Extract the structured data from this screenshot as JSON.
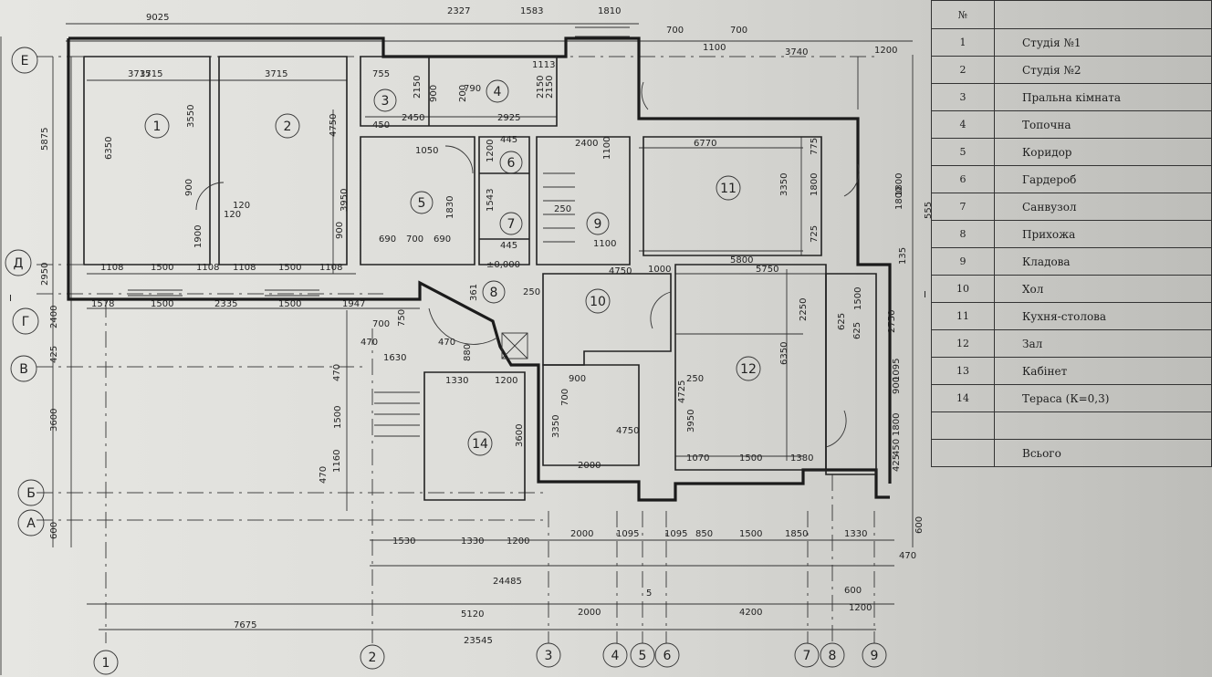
{
  "legend": {
    "header_no": "№",
    "rows": [
      {
        "num": "1",
        "name": "Студія №1"
      },
      {
        "num": "2",
        "name": "Студія №2"
      },
      {
        "num": "3",
        "name": "Пральна кімната"
      },
      {
        "num": "4",
        "name": "Топочна"
      },
      {
        "num": "5",
        "name": "Коридор"
      },
      {
        "num": "6",
        "name": "Гардероб"
      },
      {
        "num": "7",
        "name": "Санвузол"
      },
      {
        "num": "8",
        "name": "Прихожа"
      },
      {
        "num": "9",
        "name": "Кладова"
      },
      {
        "num": "10",
        "name": "Хол"
      },
      {
        "num": "11",
        "name": "Кухня-столова"
      },
      {
        "num": "12",
        "name": "Зал"
      },
      {
        "num": "13",
        "name": "Кабінет"
      },
      {
        "num": "14",
        "name": "Тераса (К=0,3)"
      },
      {
        "num": "",
        "name": ""
      },
      {
        "num": "",
        "name": "Всього"
      }
    ]
  },
  "axes": {
    "rows": [
      "Е",
      "Д",
      "Г",
      "В",
      "Б",
      "А"
    ],
    "cols": [
      "1",
      "2",
      "3",
      "4",
      "5",
      "6",
      "7",
      "8",
      "9"
    ]
  },
  "rooms": [
    "1",
    "2",
    "3",
    "4",
    "5",
    "6",
    "7",
    "8",
    "9",
    "10",
    "11",
    "12",
    "14"
  ],
  "level_mark": "±0,000",
  "section_mark": "I",
  "dims": {
    "top": [
      "9025",
      "2327",
      "1583",
      "1810",
      "700",
      "1100",
      "700",
      "3740",
      "1200"
    ],
    "r1": [
      "3715",
      "3715",
      "755",
      "2150",
      "790",
      "1113",
      "2150",
      "2450",
      "900",
      "200",
      "2925",
      "3550",
      "6350",
      "4750",
      "120",
      "900"
    ],
    "r2": [
      "1050",
      "445",
      "1200",
      "2400",
      "1100",
      "6770",
      "1800",
      "3350",
      "1830",
      "3950",
      "1543",
      "250",
      "445",
      "5800",
      "775",
      "725"
    ],
    "r3": [
      "1108",
      "1500",
      "1108",
      "1108",
      "1500",
      "1108",
      "1900",
      "900",
      "690",
      "700",
      "690",
      "1100"
    ],
    "r4": [
      "1578",
      "1500",
      "2335",
      "1500",
      "1947",
      "750",
      "361",
      "250",
      "4750",
      "1000",
      "5750",
      "2250",
      "1500",
      "625",
      "1095"
    ],
    "r5": [
      "700",
      "470",
      "470",
      "880",
      "1630",
      "470",
      "1330",
      "1200",
      "900",
      "700",
      "250",
      "3950",
      "4725",
      "6350",
      "3350"
    ],
    "r6": [
      "1500",
      "3600",
      "1160",
      "470",
      "2000",
      "4750",
      "1070",
      "1500",
      "1380",
      "900",
      "1800",
      "450",
      "425"
    ],
    "bot": [
      "1530",
      "1330",
      "1200",
      "2000",
      "1095",
      "1095",
      "850",
      "1500",
      "1850",
      "1330",
      "470",
      "24485",
      "7675",
      "5120",
      "2000",
      "4200",
      "23545",
      "600",
      "1200",
      "5"
    ],
    "left": [
      "5875",
      "2950",
      "2400",
      "425",
      "3600",
      "600"
    ],
    "misc": [
      "3715",
      "450",
      "2150",
      "1800",
      "1800",
      "555",
      "135",
      "2750",
      "625",
      "600",
      "120"
    ]
  }
}
